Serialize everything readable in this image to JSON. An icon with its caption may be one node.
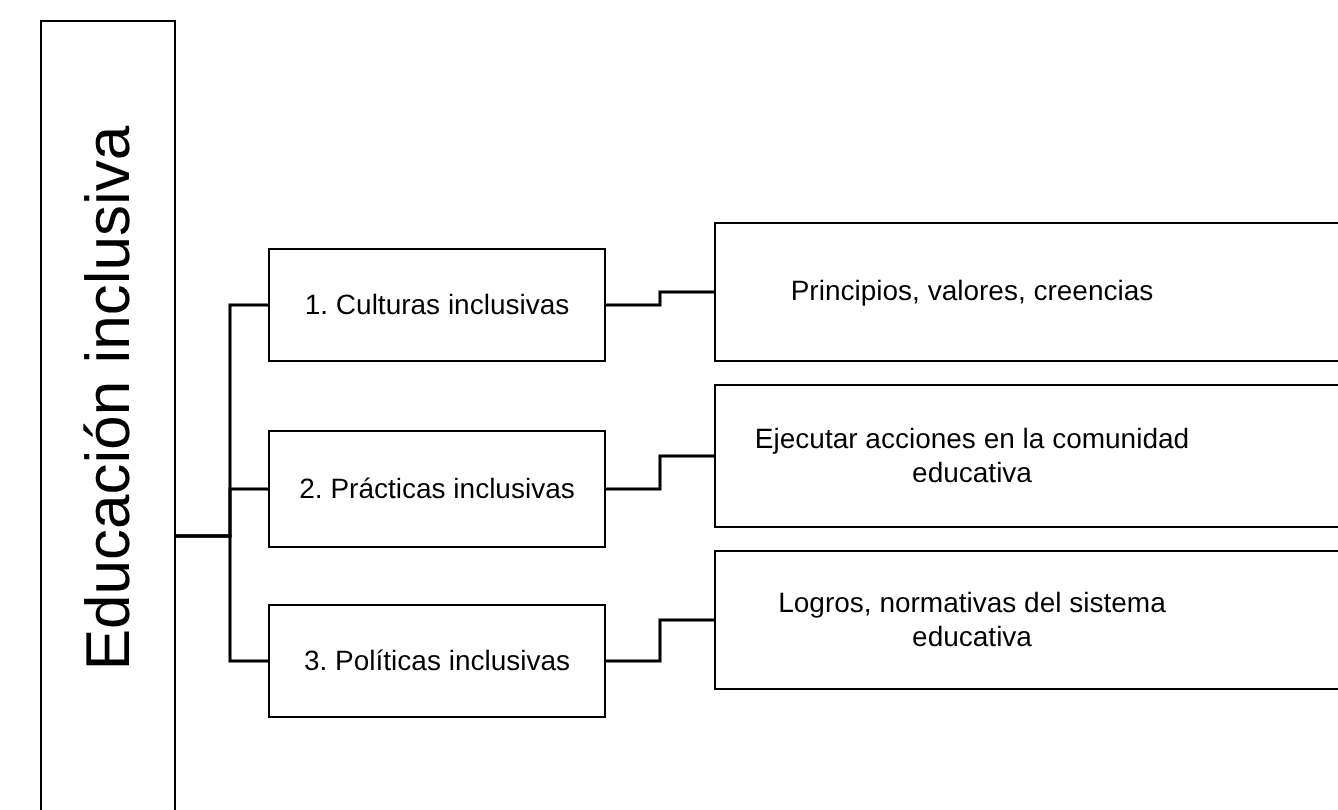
{
  "diagram": {
    "nodes": [
      {
        "text": [
          "Educación inclusiva"
        ]
      },
      {
        "text": [
          "1. Culturas inclusivas"
        ]
      },
      {
        "text": [
          "2. Prácticas inclusivas"
        ]
      },
      {
        "text": [
          "3. Políticas inclusivas"
        ]
      },
      {
        "text": [
          "Principios, valores, creencias"
        ]
      },
      {
        "text": [
          "Ejecutar acciones en la comunidad educativa"
        ]
      },
      {
        "text": [
          "Logros, normativas del sistema educativa"
        ]
      }
    ],
    "edges": [
      {
        "from": 0,
        "to": 1,
        "arrow": "none"
      },
      {
        "from": 0,
        "to": 2,
        "arrow": "none"
      },
      {
        "from": 0,
        "to": 3,
        "arrow": "none"
      },
      {
        "from": 1,
        "to": 4,
        "arrow": "none"
      },
      {
        "from": 2,
        "to": 5,
        "arrow": "none"
      },
      {
        "from": 3,
        "to": 6,
        "arrow": "none"
      }
    ]
  }
}
